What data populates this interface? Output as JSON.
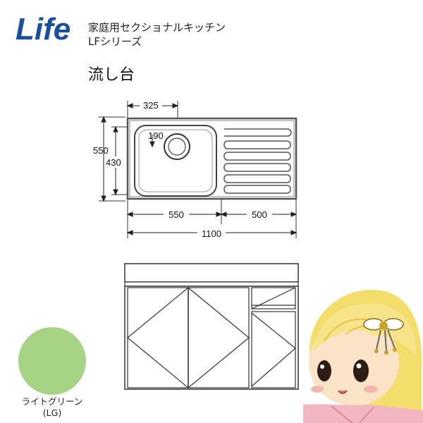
{
  "brand": {
    "logo_text": "Life",
    "logo_color": "#1a4fa0"
  },
  "header": {
    "line1": "家庭用セクショナルキッチン",
    "line2": "LFシリーズ"
  },
  "product": {
    "title": "流し台"
  },
  "plan_dimensions": {
    "basin_offset": "325",
    "drain_offset": "190",
    "total_depth": "550",
    "basin_depth": "430",
    "basin_width": "550",
    "drainboard_width": "500",
    "total_width": "1100"
  },
  "color_swatch": {
    "hex": "#a6d384",
    "name_line1": "ライトグリーン",
    "name_line2": "(LG)"
  },
  "mascot": {
    "icon": "kokeshi-girl-mascot"
  }
}
